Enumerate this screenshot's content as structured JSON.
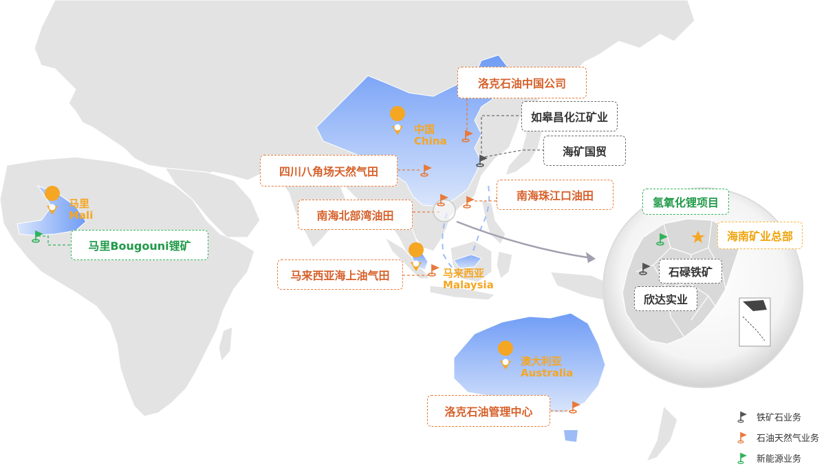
{
  "countries": {
    "china": {
      "cn": "中国",
      "en": "China"
    },
    "mali": {
      "cn": "马里",
      "en": "Mali"
    },
    "malaysia": {
      "cn": "马来西亚",
      "en": "Malaysia"
    },
    "australia": {
      "cn": "澳大利亚",
      "en": "Australia"
    }
  },
  "projects": {
    "luoke_china": "洛克石油中国公司",
    "rugao": "如皋昌化江矿业",
    "haikuang": "海矿国贸",
    "sichuan": "四川八角场天然气田",
    "nanhai_zhujiang": "南海珠江口油田",
    "nanhai_beibu": "南海北部湾油田",
    "mali_bougouni": "马里Bougouni锂矿",
    "malaysia_offshore": "马来西亚海上油气田",
    "luoke_mgmt": "洛克石油管理中心",
    "lithium_hydroxide": "氢氧化锂项目",
    "hainan_hq": "海南矿业总部",
    "shilu": "石碌铁矿",
    "xinda": "欣达实业"
  },
  "legend": {
    "iron": "铁矿石业务",
    "oil": "石油天然气业务",
    "new_energy": "新能源业务"
  },
  "colors": {
    "oil": "#e87a3b",
    "iron": "#555555",
    "new_energy": "#2fb35a",
    "hq": "#f5a623",
    "highlight": "#7ea6f5",
    "land": "#e3e3e3",
    "sea": "#ffffff"
  },
  "icons": [
    "map-pin-icon",
    "flag-icon",
    "star-icon",
    "arrow-icon"
  ]
}
